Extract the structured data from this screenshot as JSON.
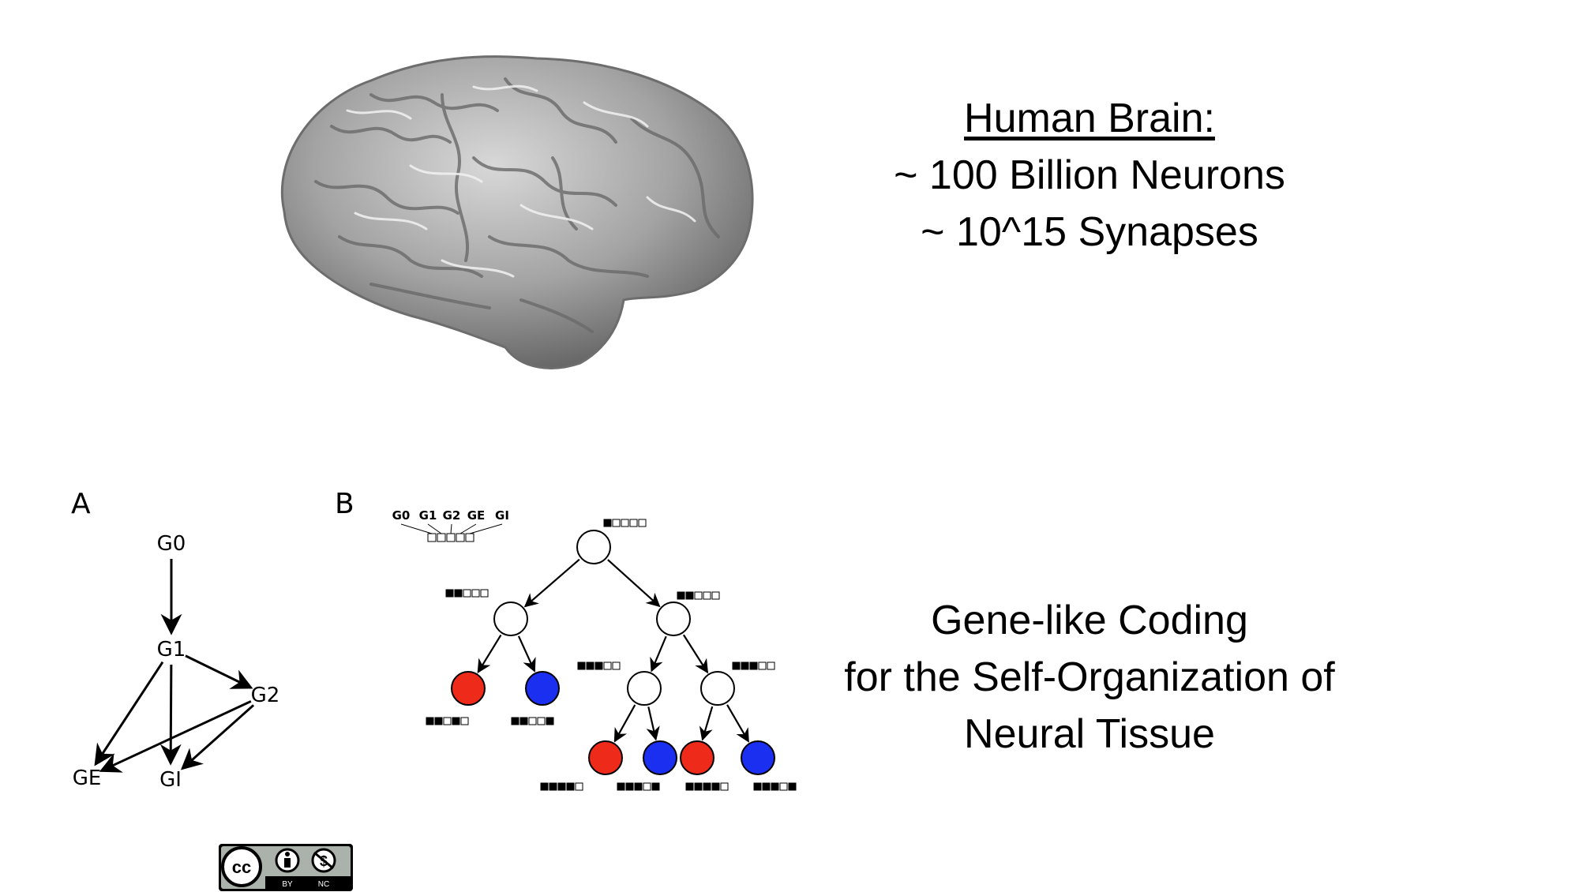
{
  "top_text": {
    "title": "Human Brain:",
    "line1": "~ 100 Billion Neurons",
    "line2": "~ 10^15 Synapses"
  },
  "bottom_text": {
    "line1": "Gene-like Coding",
    "line2": "for the Self-Organization of",
    "line3": "Neural Tissue"
  },
  "panel_a": {
    "letter": "A",
    "nodes": [
      "G0",
      "G1",
      "G2",
      "GE",
      "GI"
    ],
    "edges": [
      [
        "G0",
        "G1"
      ],
      [
        "G1",
        "G2"
      ],
      [
        "G1",
        "GE"
      ],
      [
        "G1",
        "GI"
      ],
      [
        "G2",
        "GE"
      ],
      [
        "G2",
        "GI"
      ]
    ]
  },
  "panel_b": {
    "letter": "B",
    "gene_header": [
      "G0",
      "G1",
      "G2",
      "GE",
      "GI"
    ],
    "header_code": [
      0,
      0,
      0,
      0,
      0
    ],
    "tree": [
      {
        "id": "n0",
        "fill": "white",
        "code": [
          1,
          0,
          0,
          0,
          0
        ]
      },
      {
        "id": "n1",
        "fill": "white",
        "code": [
          1,
          1,
          0,
          0,
          0
        ],
        "parent": "n0"
      },
      {
        "id": "n2",
        "fill": "white",
        "code": [
          1,
          1,
          0,
          0,
          0
        ],
        "parent": "n0"
      },
      {
        "id": "n3",
        "fill": "red",
        "code": [
          1,
          1,
          0,
          1,
          0
        ],
        "parent": "n1"
      },
      {
        "id": "n4",
        "fill": "blue",
        "code": [
          1,
          1,
          0,
          0,
          1
        ],
        "parent": "n1"
      },
      {
        "id": "n5",
        "fill": "white",
        "code": [
          1,
          1,
          1,
          0,
          0
        ],
        "parent": "n2"
      },
      {
        "id": "n6",
        "fill": "white",
        "code": [
          1,
          1,
          1,
          0,
          0
        ],
        "parent": "n2"
      },
      {
        "id": "n7",
        "fill": "red",
        "code": [
          1,
          1,
          1,
          1,
          0
        ],
        "parent": "n5"
      },
      {
        "id": "n8",
        "fill": "blue",
        "code": [
          1,
          1,
          1,
          0,
          1
        ],
        "parent": "n5"
      },
      {
        "id": "n9",
        "fill": "red",
        "code": [
          1,
          1,
          1,
          1,
          0
        ],
        "parent": "n6"
      },
      {
        "id": "n10",
        "fill": "blue",
        "code": [
          1,
          1,
          1,
          0,
          1
        ],
        "parent": "n6"
      }
    ]
  },
  "license_badge": {
    "labels": [
      "BY",
      "NC"
    ],
    "icons": [
      "creative-commons-icon",
      "attribution-icon",
      "noncommercial-icon"
    ]
  },
  "colors": {
    "red": "#ee2a1a",
    "blue": "#1a2ff0",
    "brain": "#9a9a9a"
  }
}
